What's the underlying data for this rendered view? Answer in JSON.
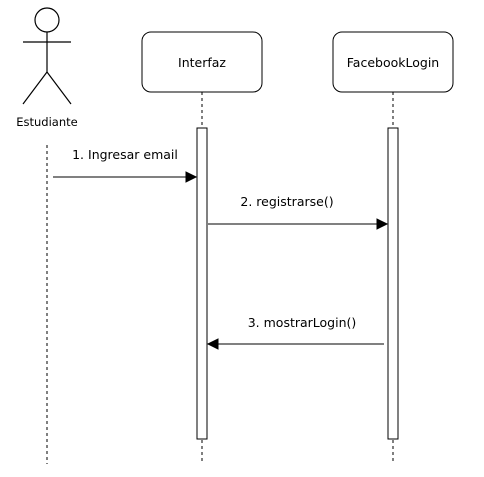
{
  "diagram": {
    "type": "sequence",
    "actor": {
      "label": "Estudiante"
    },
    "participants": [
      {
        "label": "Interfaz"
      },
      {
        "label": "FacebookLogin"
      }
    ],
    "messages": [
      {
        "label": "1. Ingresar email",
        "from": "Estudiante",
        "to": "Interfaz"
      },
      {
        "label": "2. registrarse()",
        "from": "Interfaz",
        "to": "FacebookLogin"
      },
      {
        "label": "3. mostrarLogin()",
        "from": "FacebookLogin",
        "to": "Interfaz"
      }
    ]
  }
}
